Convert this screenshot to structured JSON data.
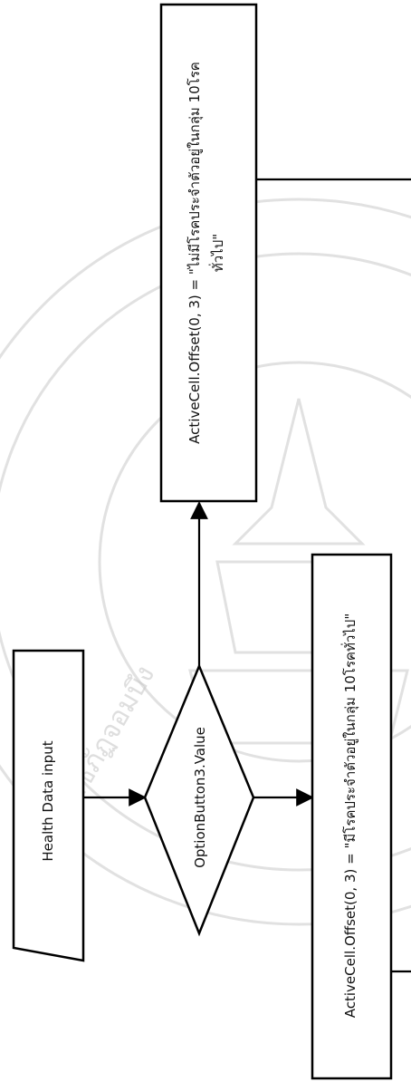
{
  "diagram": {
    "nodes": {
      "input": {
        "label": "Health Data input",
        "shape": "parallelogram"
      },
      "decision": {
        "label": "OptionButton3.Value",
        "shape": "diamond"
      },
      "process_yes": {
        "label": "ActiveCell.Offset(0, 3) = \"มีโรคประจำตัวอยู่ในกลุ่ม 10โรคทั่วไป\"",
        "shape": "rectangle"
      },
      "process_no_line1": {
        "label": "ActiveCell.Offset(0, 3) = \"ไม่มีโรคประจำตัวอยู่ในกลุ่ม 10โรค",
        "shape": "rectangle"
      },
      "process_no_line2": {
        "label": "ทั่วไป\""
      }
    },
    "colors": {
      "stroke": "#000000",
      "fill": "#ffffff",
      "watermark": "#c9c9c9"
    },
    "watermark": {
      "kind": "university seal",
      "text": "ราชภัฏจอมบึง"
    }
  }
}
